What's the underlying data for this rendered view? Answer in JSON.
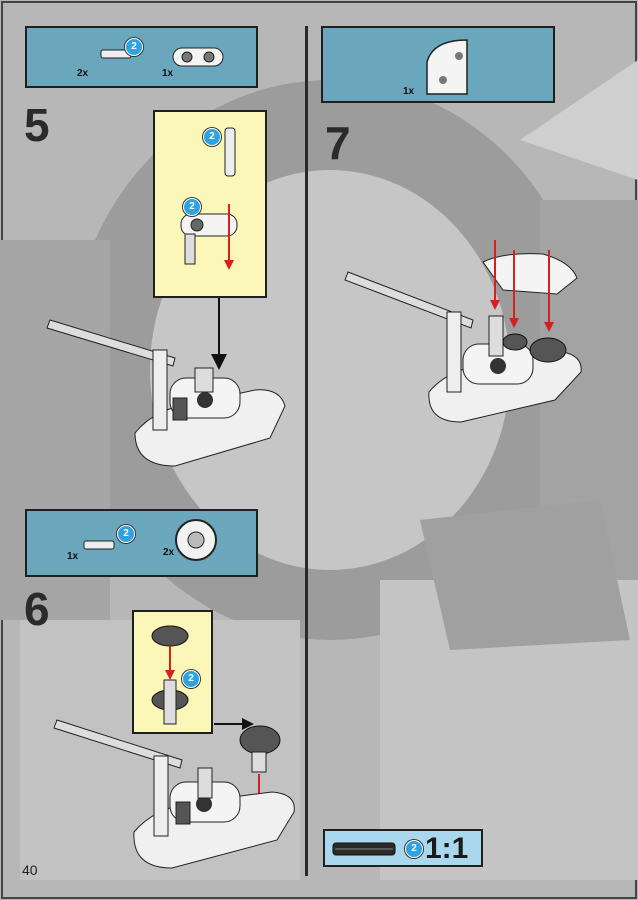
{
  "page": {
    "number": "40"
  },
  "steps": [
    {
      "number": "5",
      "parts": [
        {
          "quantity": "2x",
          "part": "axle",
          "length": "2"
        },
        {
          "quantity": "1x",
          "part": "beam-connector",
          "length": ""
        }
      ],
      "callout_badges": [
        "2",
        "2"
      ]
    },
    {
      "number": "6",
      "parts": [
        {
          "quantity": "1x",
          "part": "axle",
          "length": "2"
        },
        {
          "quantity": "2x",
          "part": "bevel-gear",
          "length": ""
        }
      ],
      "callout_badges": [
        "2"
      ]
    },
    {
      "number": "7",
      "parts": [
        {
          "quantity": "1x",
          "part": "curved-plate",
          "length": ""
        }
      ]
    }
  ],
  "scale_ruler": {
    "length": "2",
    "label": "1:1"
  },
  "colors": {
    "parts_panel": "#6aa7bd",
    "callout": "#fbf7b8",
    "arrow": "#d42020",
    "badge": "#2ea3e0",
    "scale_panel": "#a9d8ee"
  }
}
